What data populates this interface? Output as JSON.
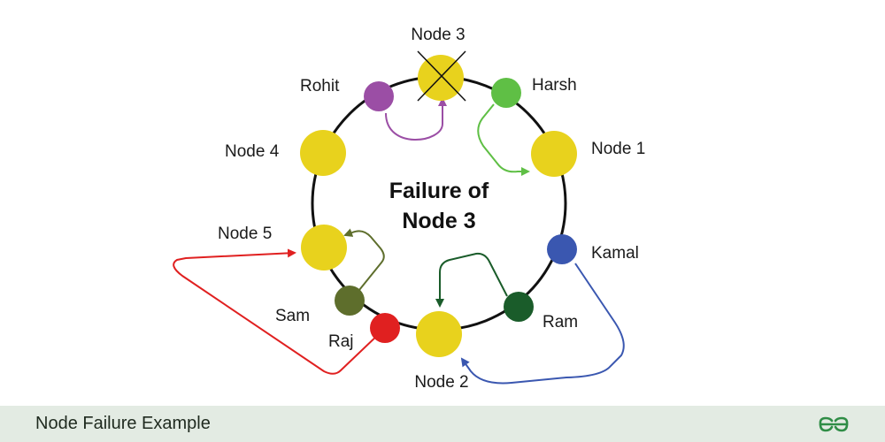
{
  "diagram": {
    "center_text": [
      "Failure of",
      "Node 3"
    ],
    "nodes": {
      "node3": "Node 3",
      "node1": "Node 1",
      "node2": "Node 2",
      "node4": "Node 4",
      "node5": "Node 5",
      "harsh": "Harsh",
      "rohit": "Rohit",
      "kamal": "Kamal",
      "ram": "Ram",
      "raj": "Raj",
      "sam": "Sam"
    }
  },
  "colors": {
    "server_node": "#e8d21d",
    "ring": "#111111",
    "harsh": "#5fbf45",
    "rohit": "#9b4ea5",
    "kamal": "#3a57b0",
    "ram": "#1a5c2a",
    "raj": "#e02020",
    "sam": "#5e6e2c",
    "footer_bg": "#e3ebe3",
    "logo": "#2f8d46"
  },
  "footer": {
    "title": "Node Failure Example",
    "logo_icon": "gfg-logo-icon"
  }
}
